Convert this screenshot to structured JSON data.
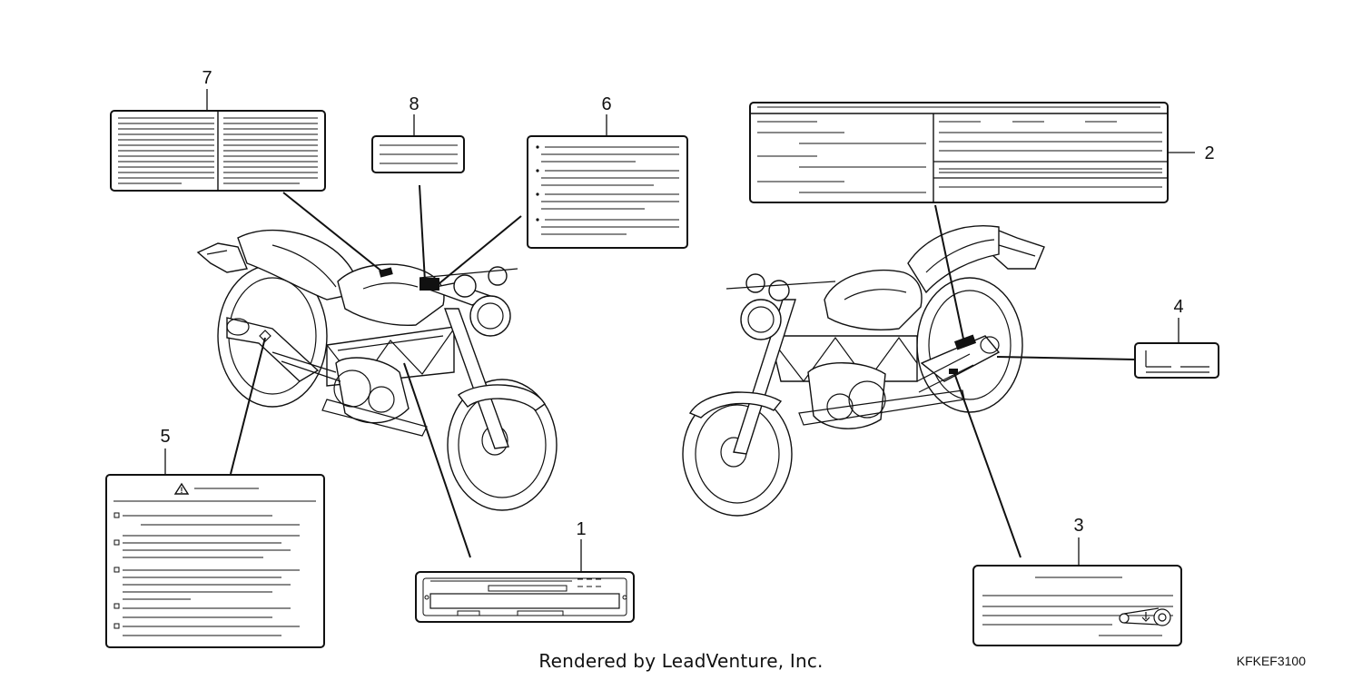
{
  "diagram": {
    "callouts": [
      {
        "id": "1",
        "label": "1"
      },
      {
        "id": "2",
        "label": "2"
      },
      {
        "id": "3",
        "label": "3"
      },
      {
        "id": "4",
        "label": "4"
      },
      {
        "id": "5",
        "label": "5"
      },
      {
        "id": "6",
        "label": "6"
      },
      {
        "id": "7",
        "label": "7"
      },
      {
        "id": "8",
        "label": "8"
      }
    ],
    "warning_symbol": "!",
    "footer_text": "Rendered by LeadVenture, Inc.",
    "diagram_code": "KFKEF3100",
    "icons": [
      "warning-triangle-icon",
      "checkbox-bullet-icon",
      "chain-sprocket-icon"
    ]
  }
}
